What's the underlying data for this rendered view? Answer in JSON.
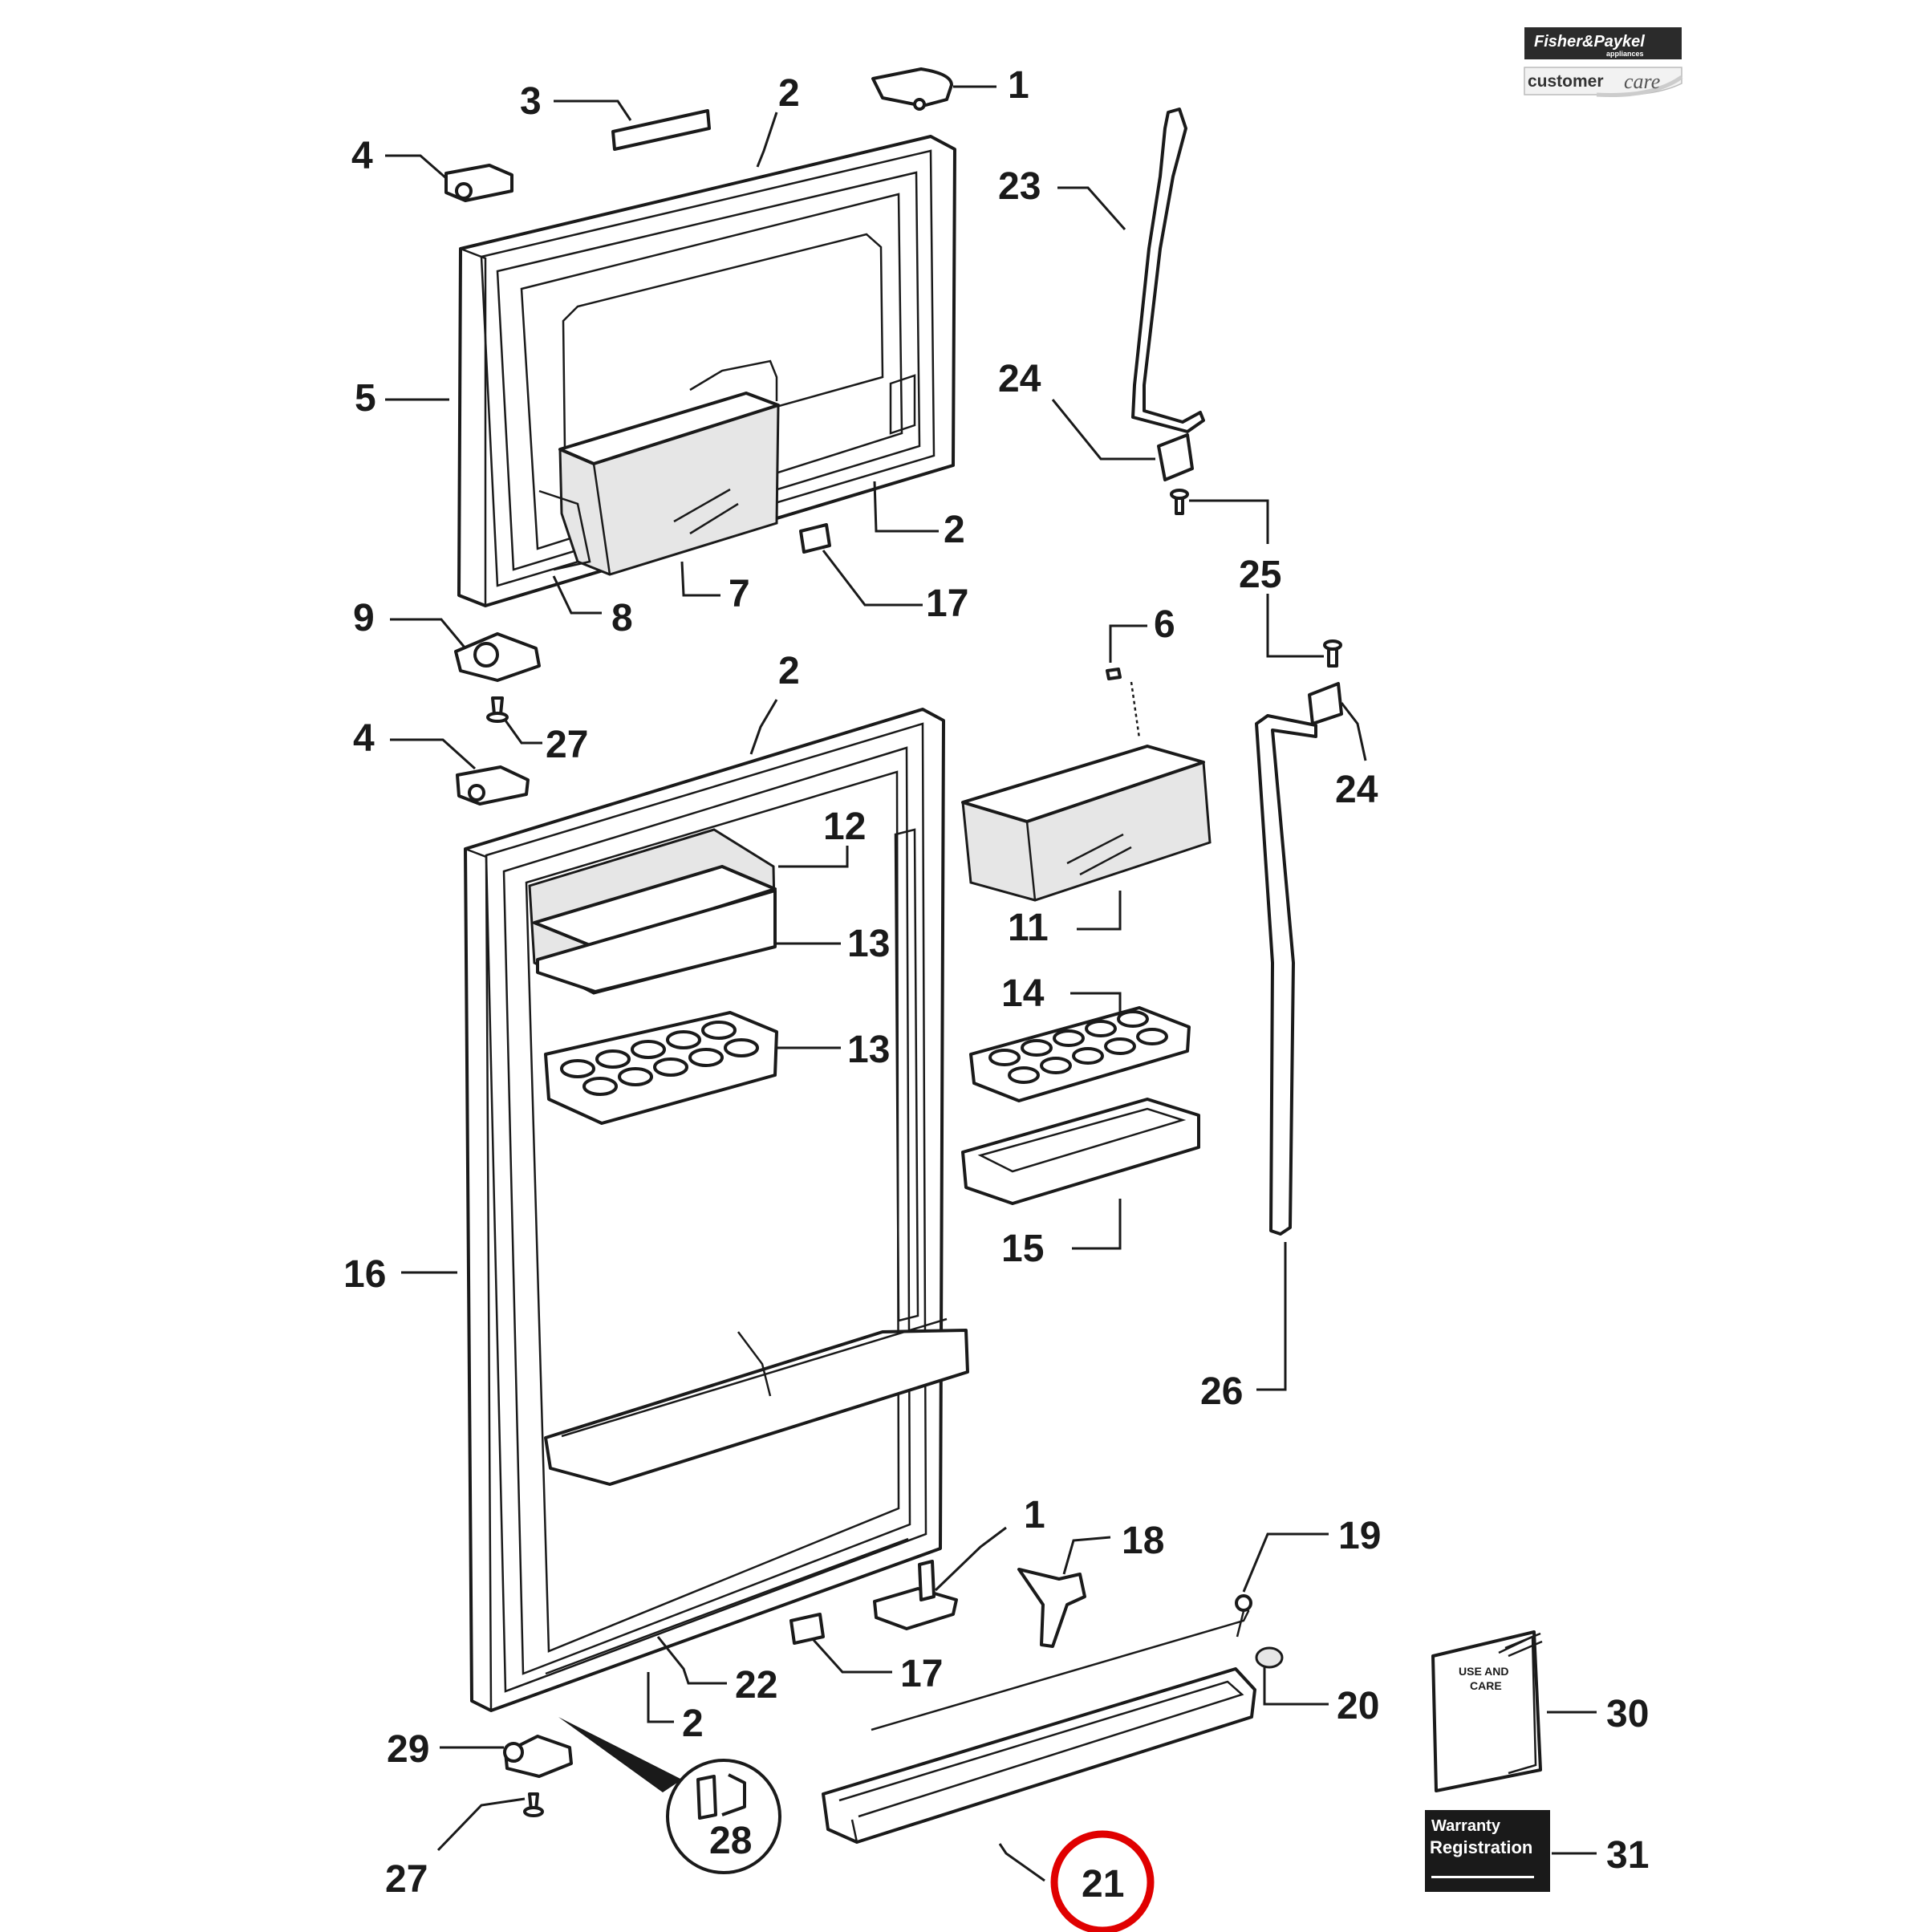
{
  "brand": {
    "logo_name": "Fisher&Paykel",
    "logo_sub": "appliances",
    "care_prefix": "customer",
    "care_suffix": "care"
  },
  "manuals": {
    "use_and_care_line1": "USE AND",
    "use_and_care_line2": "CARE",
    "warranty_line1": "Warranty",
    "warranty_line2": "Registration"
  },
  "highlight": {
    "part": "21",
    "color": "#e00000"
  },
  "callouts": [
    {
      "id": "c1a",
      "label": "1"
    },
    {
      "id": "c2a",
      "label": "2"
    },
    {
      "id": "c3",
      "label": "3"
    },
    {
      "id": "c4a",
      "label": "4"
    },
    {
      "id": "c5",
      "label": "5"
    },
    {
      "id": "c2b",
      "label": "2"
    },
    {
      "id": "c7",
      "label": "7"
    },
    {
      "id": "c8",
      "label": "8"
    },
    {
      "id": "c17a",
      "label": "17"
    },
    {
      "id": "c9",
      "label": "9"
    },
    {
      "id": "c27a",
      "label": "27"
    },
    {
      "id": "c4b",
      "label": "4"
    },
    {
      "id": "c2c",
      "label": "2"
    },
    {
      "id": "c23",
      "label": "23"
    },
    {
      "id": "c24a",
      "label": "24"
    },
    {
      "id": "c25",
      "label": "25"
    },
    {
      "id": "c6",
      "label": "6"
    },
    {
      "id": "c24b",
      "label": "24"
    },
    {
      "id": "c12",
      "label": "12"
    },
    {
      "id": "c13a",
      "label": "13"
    },
    {
      "id": "c13b",
      "label": "13"
    },
    {
      "id": "c11",
      "label": "11"
    },
    {
      "id": "c14",
      "label": "14"
    },
    {
      "id": "c15",
      "label": "15"
    },
    {
      "id": "c16",
      "label": "16"
    },
    {
      "id": "c26",
      "label": "26"
    },
    {
      "id": "c1b",
      "label": "1"
    },
    {
      "id": "c18",
      "label": "18"
    },
    {
      "id": "c19",
      "label": "19"
    },
    {
      "id": "c17b",
      "label": "17"
    },
    {
      "id": "c22",
      "label": "22"
    },
    {
      "id": "c2d",
      "label": "2"
    },
    {
      "id": "c20",
      "label": "20"
    },
    {
      "id": "c29",
      "label": "29"
    },
    {
      "id": "c28",
      "label": "28"
    },
    {
      "id": "c27b",
      "label": "27"
    },
    {
      "id": "c21",
      "label": "21"
    },
    {
      "id": "c30",
      "label": "30"
    },
    {
      "id": "c31",
      "label": "31"
    }
  ]
}
